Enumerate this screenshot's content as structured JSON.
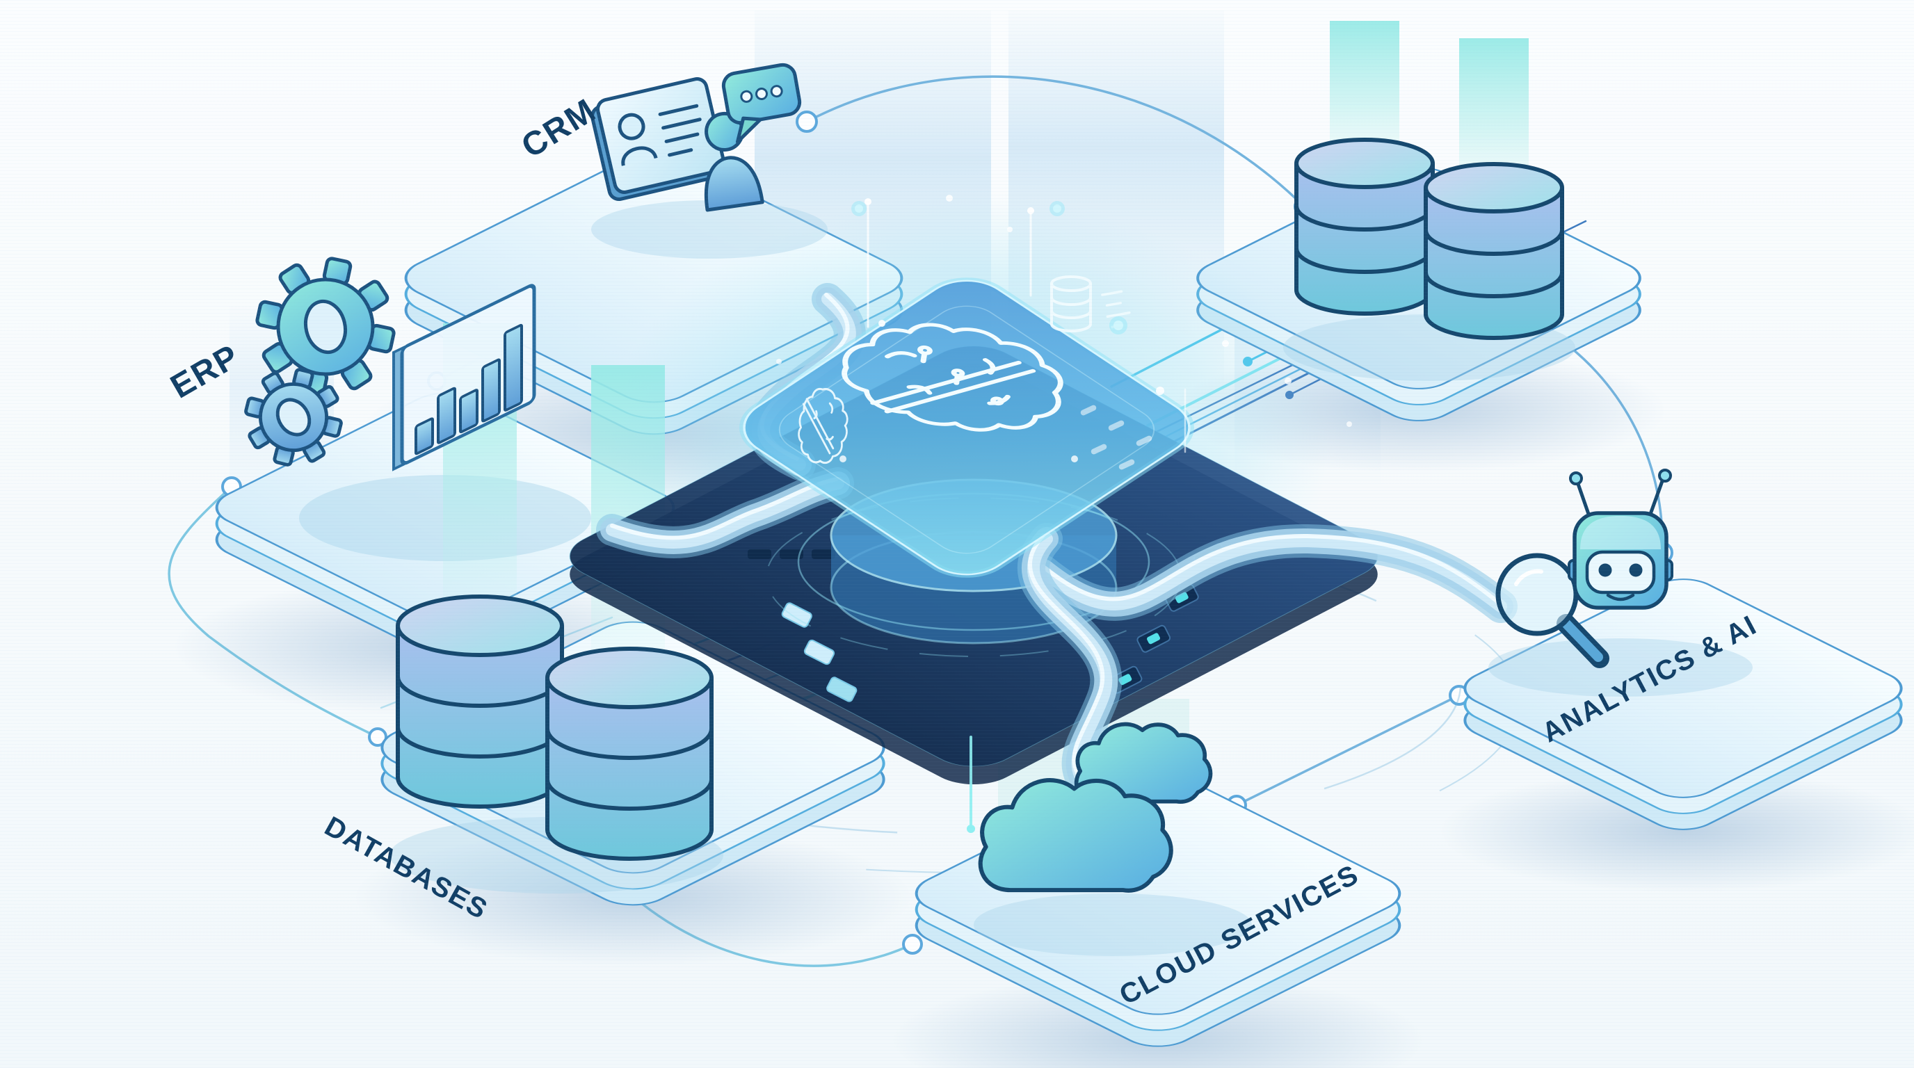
{
  "page": {
    "type": "isometric-integration-diagram",
    "background": "#f8fbfd"
  },
  "palette": {
    "outline_navy": "#16486e",
    "label_navy": "#123f66",
    "platform_stroke": "#4e9bd2",
    "platform_fill": "#e9f6fc",
    "glow_cyan": "#5fd9ee",
    "pipe_blue": "#a8d4ec",
    "beam_teal": "#97eae6",
    "chip_face_blue": "#58b3e6",
    "chip_base_navy": "#1d3f66",
    "icon_teal": "#8fe8da",
    "icon_blue": "#5f9fd8"
  },
  "center": {
    "name": "ai-core-chip",
    "icons": [
      "brain-icon",
      "mini-brain-icon",
      "database-icon"
    ]
  },
  "nodes": {
    "crm": {
      "label": "CRM",
      "icons": [
        "id-card-icon",
        "person-icon",
        "chat-bubble-icon"
      ]
    },
    "erp": {
      "label": "ERP",
      "icons": [
        "gear-icon",
        "gear-icon",
        "bar-chart-icon"
      ]
    },
    "databases": {
      "label": "DATABASES",
      "icons": [
        "database-cylinder-icon",
        "database-cylinder-icon"
      ]
    },
    "cloud_services": {
      "label": "CLOUD SERVICES",
      "icons": [
        "cloud-icon",
        "cloud-icon"
      ]
    },
    "analytics_ai": {
      "label": "ANALYTICS & AI",
      "icons": [
        "magnifier-icon",
        "robot-icon"
      ]
    },
    "data_warehouse": {
      "label": "",
      "icons": [
        "database-cylinder-icon",
        "database-cylinder-icon"
      ]
    }
  }
}
